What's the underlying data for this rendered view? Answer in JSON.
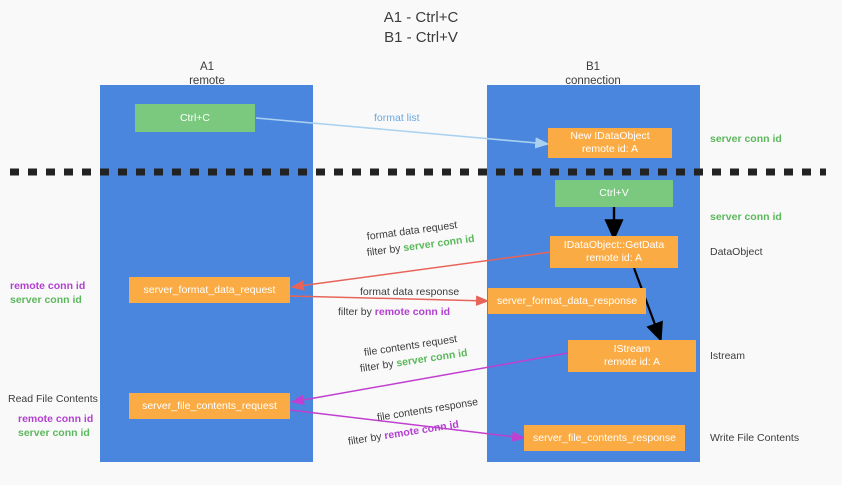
{
  "title": {
    "line1": "A1 - Ctrl+C",
    "line2": "B1 - Ctrl+V"
  },
  "columns": [
    {
      "name": "A1",
      "sub": "remote"
    },
    {
      "name": "B1",
      "sub": "connection"
    }
  ],
  "boxes": {
    "ctrl_c": "Ctrl+C",
    "ctrl_v": "Ctrl+V",
    "new_data_object_l1": "New IDataObject",
    "new_data_object_l2": "remote id: A",
    "get_data_l1": "IDataObject::GetData",
    "get_data_l2": "remote id: A",
    "istream_l1": "IStream",
    "istream_l2": "remote id: A",
    "server_format_data_request": "server_format_data_request",
    "server_format_data_response": "server_format_data_response",
    "server_file_contents_request": "server_file_contents_request",
    "server_file_contents_response": "server_file_contents_response"
  },
  "edges": {
    "format_list": "format list",
    "format_data_request": "format data request",
    "format_data_request_filter_pre": "filter by ",
    "format_data_request_filter_id": "server conn id",
    "format_data_response": "format data response",
    "format_data_response_filter_pre": "filter by ",
    "format_data_response_filter_id": "remote conn id",
    "file_contents_request": "file contents request",
    "file_contents_request_filter_pre": "filter by ",
    "file_contents_request_filter_id": "server conn id",
    "file_contents_response": "file contents response",
    "file_contents_response_filter_pre": "filter by ",
    "file_contents_response_filter_id": "remote conn id"
  },
  "annotations": {
    "server_conn_id_top": "server conn id",
    "server_conn_id_mid": "server conn id",
    "data_object": "DataObject",
    "istream": "Istream",
    "write_file_contents": "Write File Contents",
    "read_file_contents": "Read File Contents",
    "left_remote_conn_id_1": "remote conn id",
    "left_server_conn_id_1": "server conn id",
    "left_remote_conn_id_2": "remote conn id",
    "left_server_conn_id_2": "server conn id"
  },
  "colors": {
    "panel": "#4a86dd",
    "orange": "#fbab44",
    "green_box": "#7bc87f",
    "green_text": "#5cb85c",
    "purple_text": "#b23fd0",
    "red_arrow": "#e8645a",
    "magenta_arrow": "#c13fd0",
    "blue_arrow": "#aad2f0",
    "black_arrow": "#000000",
    "background": "#f9f9f9"
  }
}
